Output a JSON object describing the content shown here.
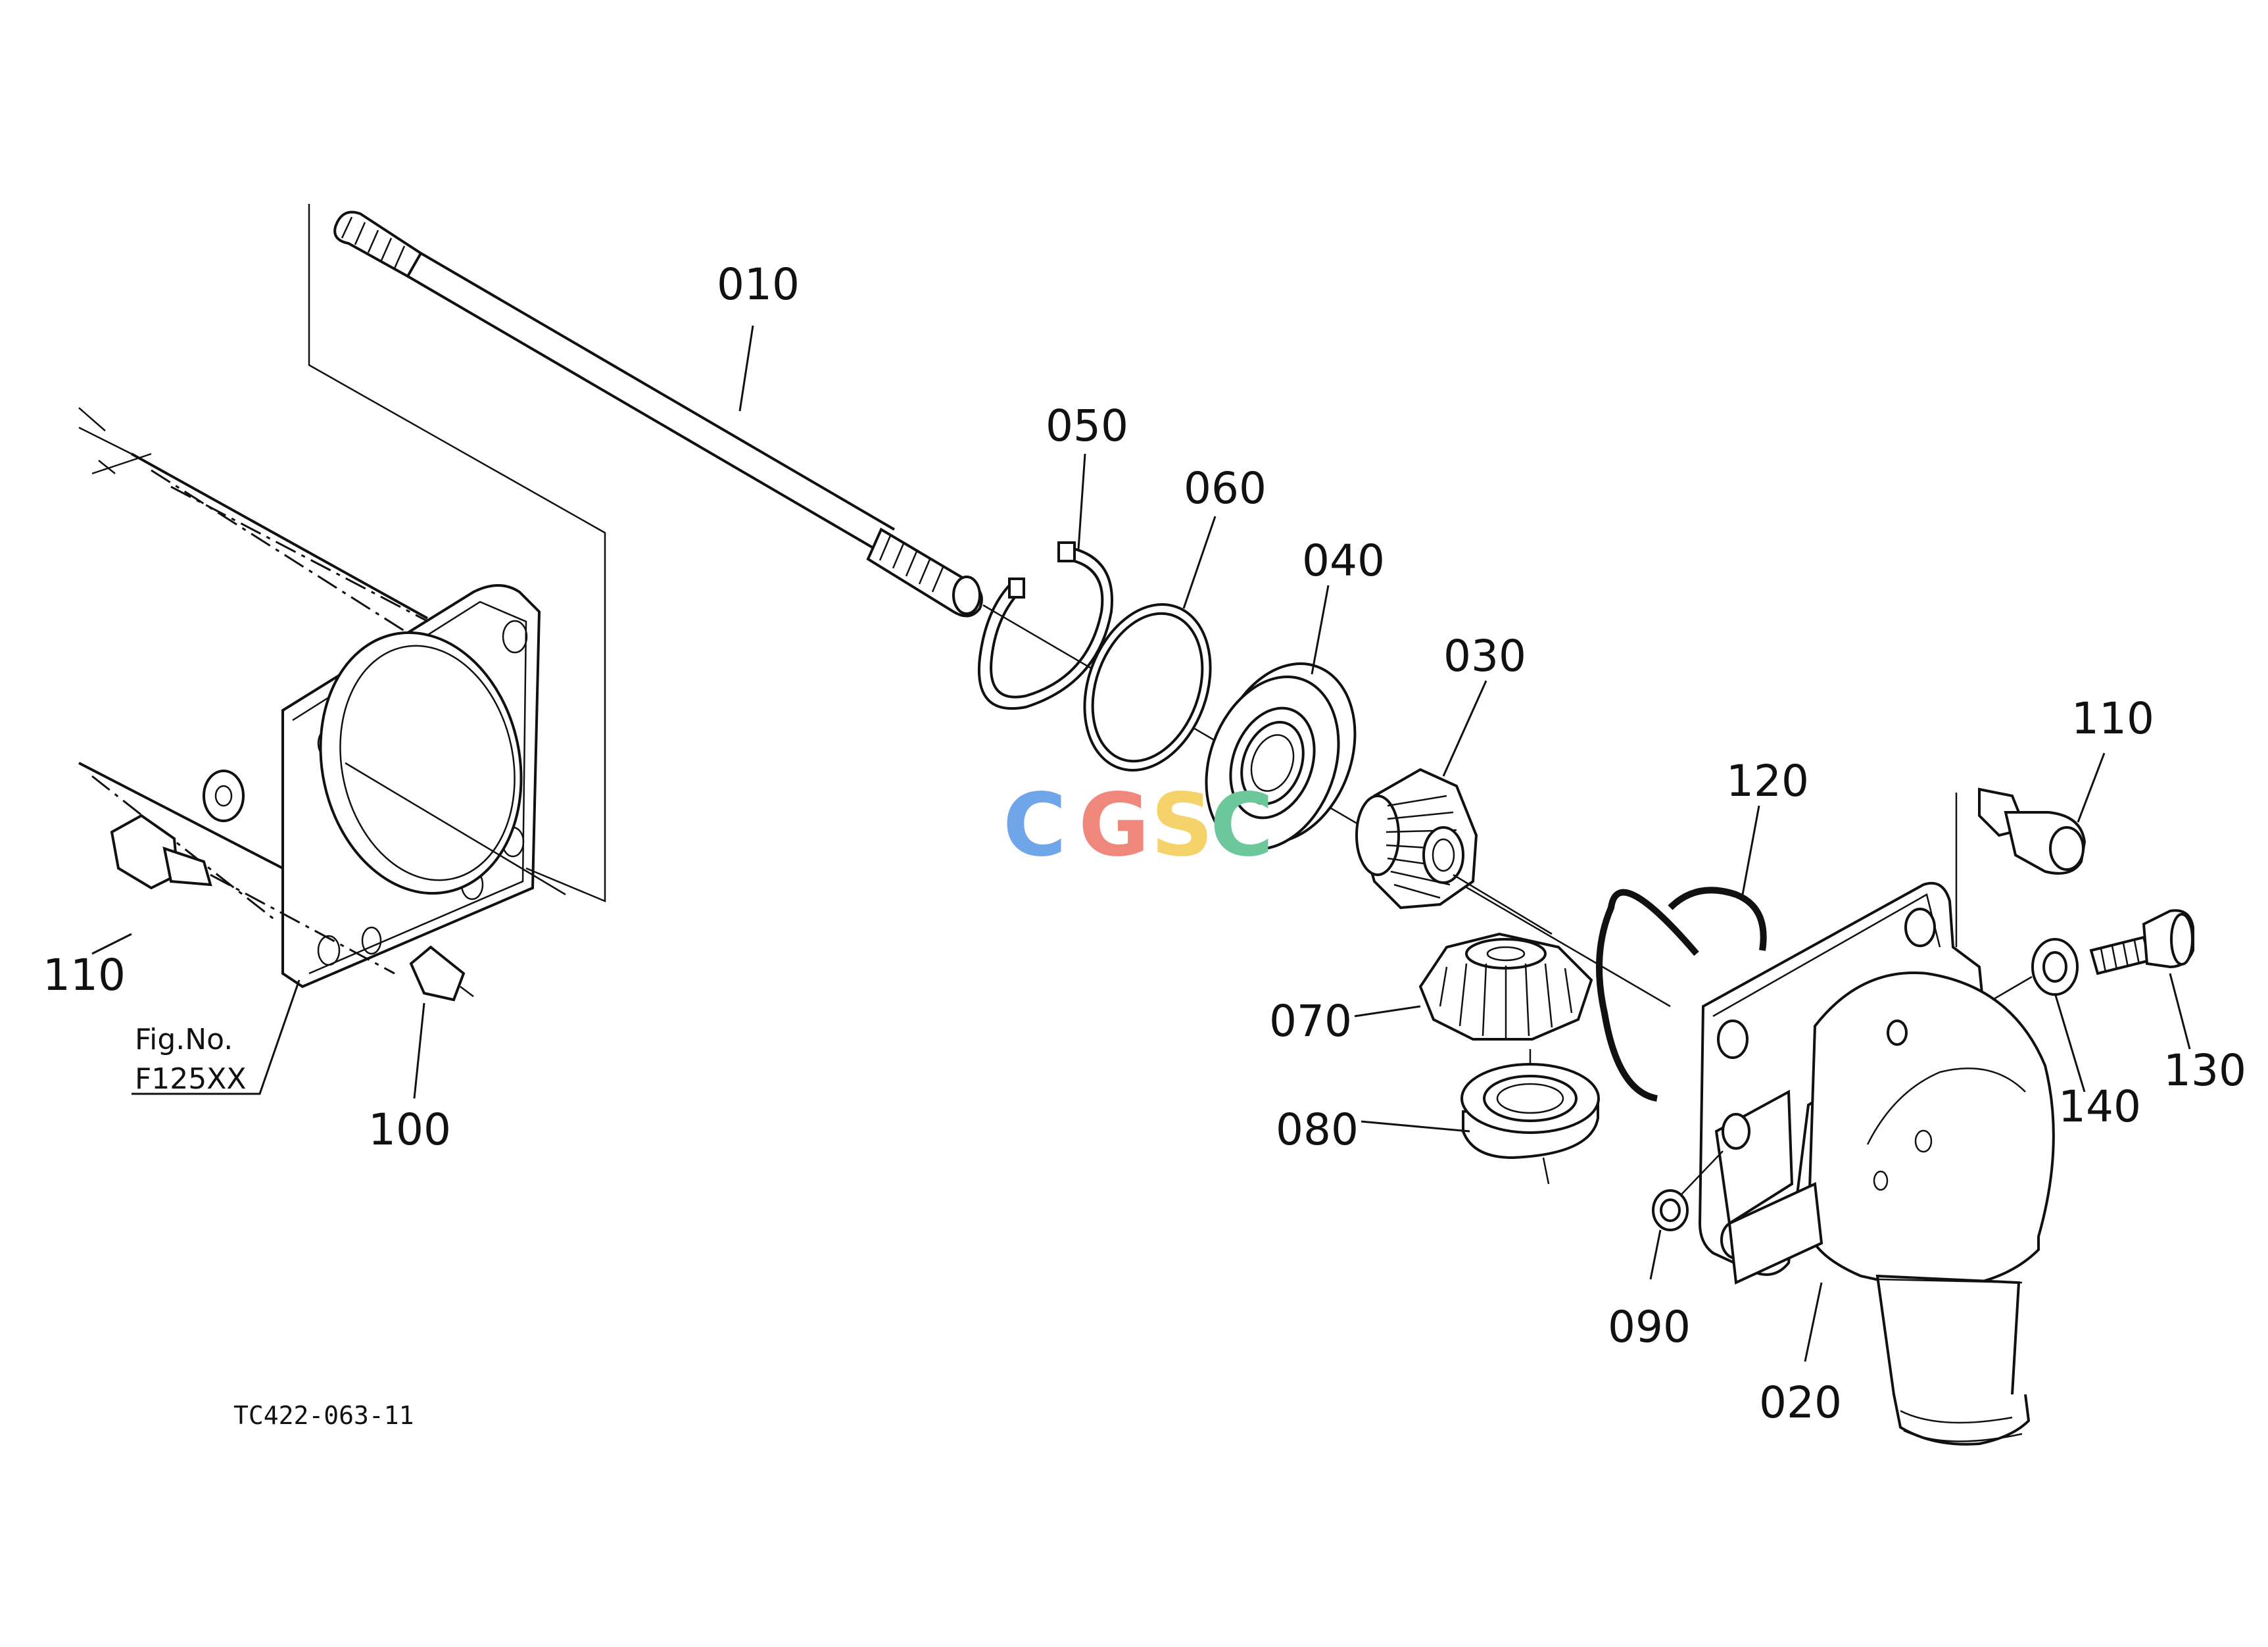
{
  "diagram": {
    "part_labels": {
      "p010": "010",
      "p050": "050",
      "p060": "060",
      "p040": "040",
      "p030": "030",
      "p120": "120",
      "p110_right": "110",
      "p110_left": "110",
      "p070": "070",
      "p080": "080",
      "p140": "140",
      "p130": "130",
      "p090": "090",
      "p020": "020",
      "p100": "100"
    },
    "figure_reference": {
      "line1": "Fig.No.",
      "line2": "F125XX"
    },
    "drawing_id": "TC422-063-11",
    "watermark": {
      "letters": [
        "C",
        "G",
        "S",
        "C"
      ],
      "colors": [
        "#6fa6ea",
        "#f0877c",
        "#f6d36a",
        "#6cc79a"
      ]
    }
  }
}
